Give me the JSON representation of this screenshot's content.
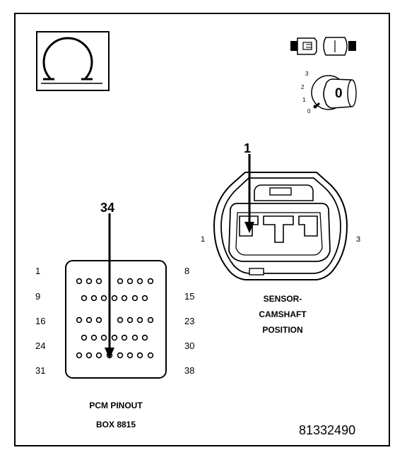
{
  "callouts": {
    "sensor_pin": "1",
    "pcm_pin": "34"
  },
  "sensor": {
    "pin_left": "1",
    "pin_right": "3",
    "caption_line1": "SENSOR-",
    "caption_line2": "CAMSHAFT",
    "caption_line3": "POSITION"
  },
  "ignition_switch": {
    "positions": [
      "3",
      "2",
      "1",
      "0"
    ],
    "key_label": "0"
  },
  "pcm": {
    "left_numbers": [
      "1",
      "9",
      "16",
      "24",
      "31"
    ],
    "right_numbers": [
      "8",
      "15",
      "23",
      "30",
      "38"
    ],
    "pinout_line1": "PCM PINOUT",
    "pinout_line2": "BOX 8815"
  },
  "figure_id": "81332490",
  "icons": {
    "ohmmeter": "ohm-symbol-icon",
    "connector": "connector-disconnect-icon",
    "ignition": "ignition-key-off-icon"
  }
}
